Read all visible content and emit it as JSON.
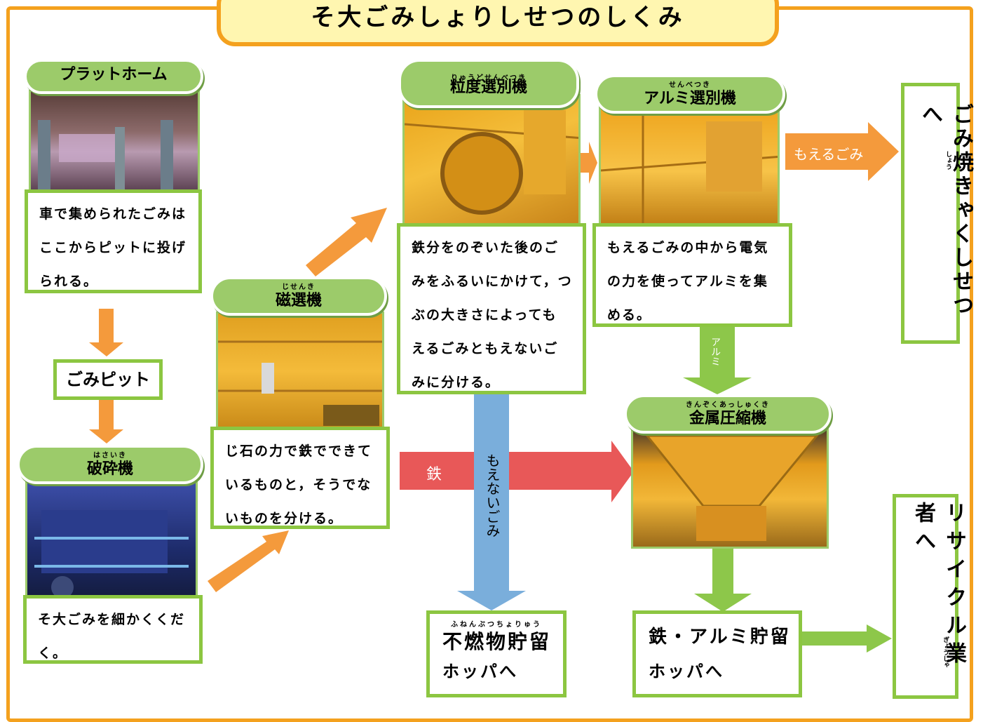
{
  "title": "そ大ごみしょりしせつのしくみ",
  "nodes": {
    "platform": {
      "name": "プラットホーム",
      "desc_lines": [
        "車で集められたごみは",
        "ここからピットに投げ",
        "られる。"
      ]
    },
    "pit": {
      "name": "ごみピット"
    },
    "crusher": {
      "ruby": "はさいき",
      "name": "破砕機",
      "desc_lines": [
        "そ大ごみを細かくくだ",
        "く。"
      ]
    },
    "magnet": {
      "ruby": "じせんき",
      "name": "磁選機",
      "desc_lines": [
        "じ石の力で鉄でできて",
        "いるものと，そうでな",
        "いものを分ける。"
      ]
    },
    "size_sorter": {
      "ruby": "りゅうどせんべつき",
      "name": "粒度選別機",
      "desc_lines": [
        "鉄分をのぞいた後のご",
        "みをふるいにかけて，つ",
        "ぶの大きさによっても",
        "えるごみともえないご",
        "みに分ける。"
      ]
    },
    "al_sorter": {
      "ruby": "せんべつき",
      "name": "アルミ選別機",
      "desc_lines": [
        "もえるごみの中から電気",
        "の力を使ってアルミを集",
        "める。"
      ]
    },
    "compressor": {
      "ruby": "きんぞくあっしゅくき",
      "name": "金属圧縮機"
    }
  },
  "destinations": {
    "incineration": {
      "text": "ごみ焼きゃくしせつへ",
      "ruby": "しょう"
    },
    "noncomb": {
      "ruby": "ふねんぶつちょりゅう",
      "lines": [
        "不燃物貯留",
        "ホッパへ"
      ]
    },
    "metal": {
      "lines": [
        "鉄・アルミ貯留",
        "ホッパへ"
      ]
    },
    "recycle": {
      "text": "リサイクル業者へ",
      "ruby": "ぎょうしゃ"
    }
  },
  "arrow_labels": {
    "combustible": "もえるごみ",
    "aluminum": "アルミ",
    "iron": "鉄",
    "noncombustible": "もえないごみ"
  },
  "colors": {
    "frame": "#f4a11e",
    "title_bg": "#fff6b0",
    "header": "#9ccb6a",
    "box_border": "#8cc641",
    "arrow_orange": "#f49a3c",
    "arrow_green": "#8dc74a",
    "arrow_red": "#e85858",
    "arrow_blue": "#7aaedb"
  }
}
